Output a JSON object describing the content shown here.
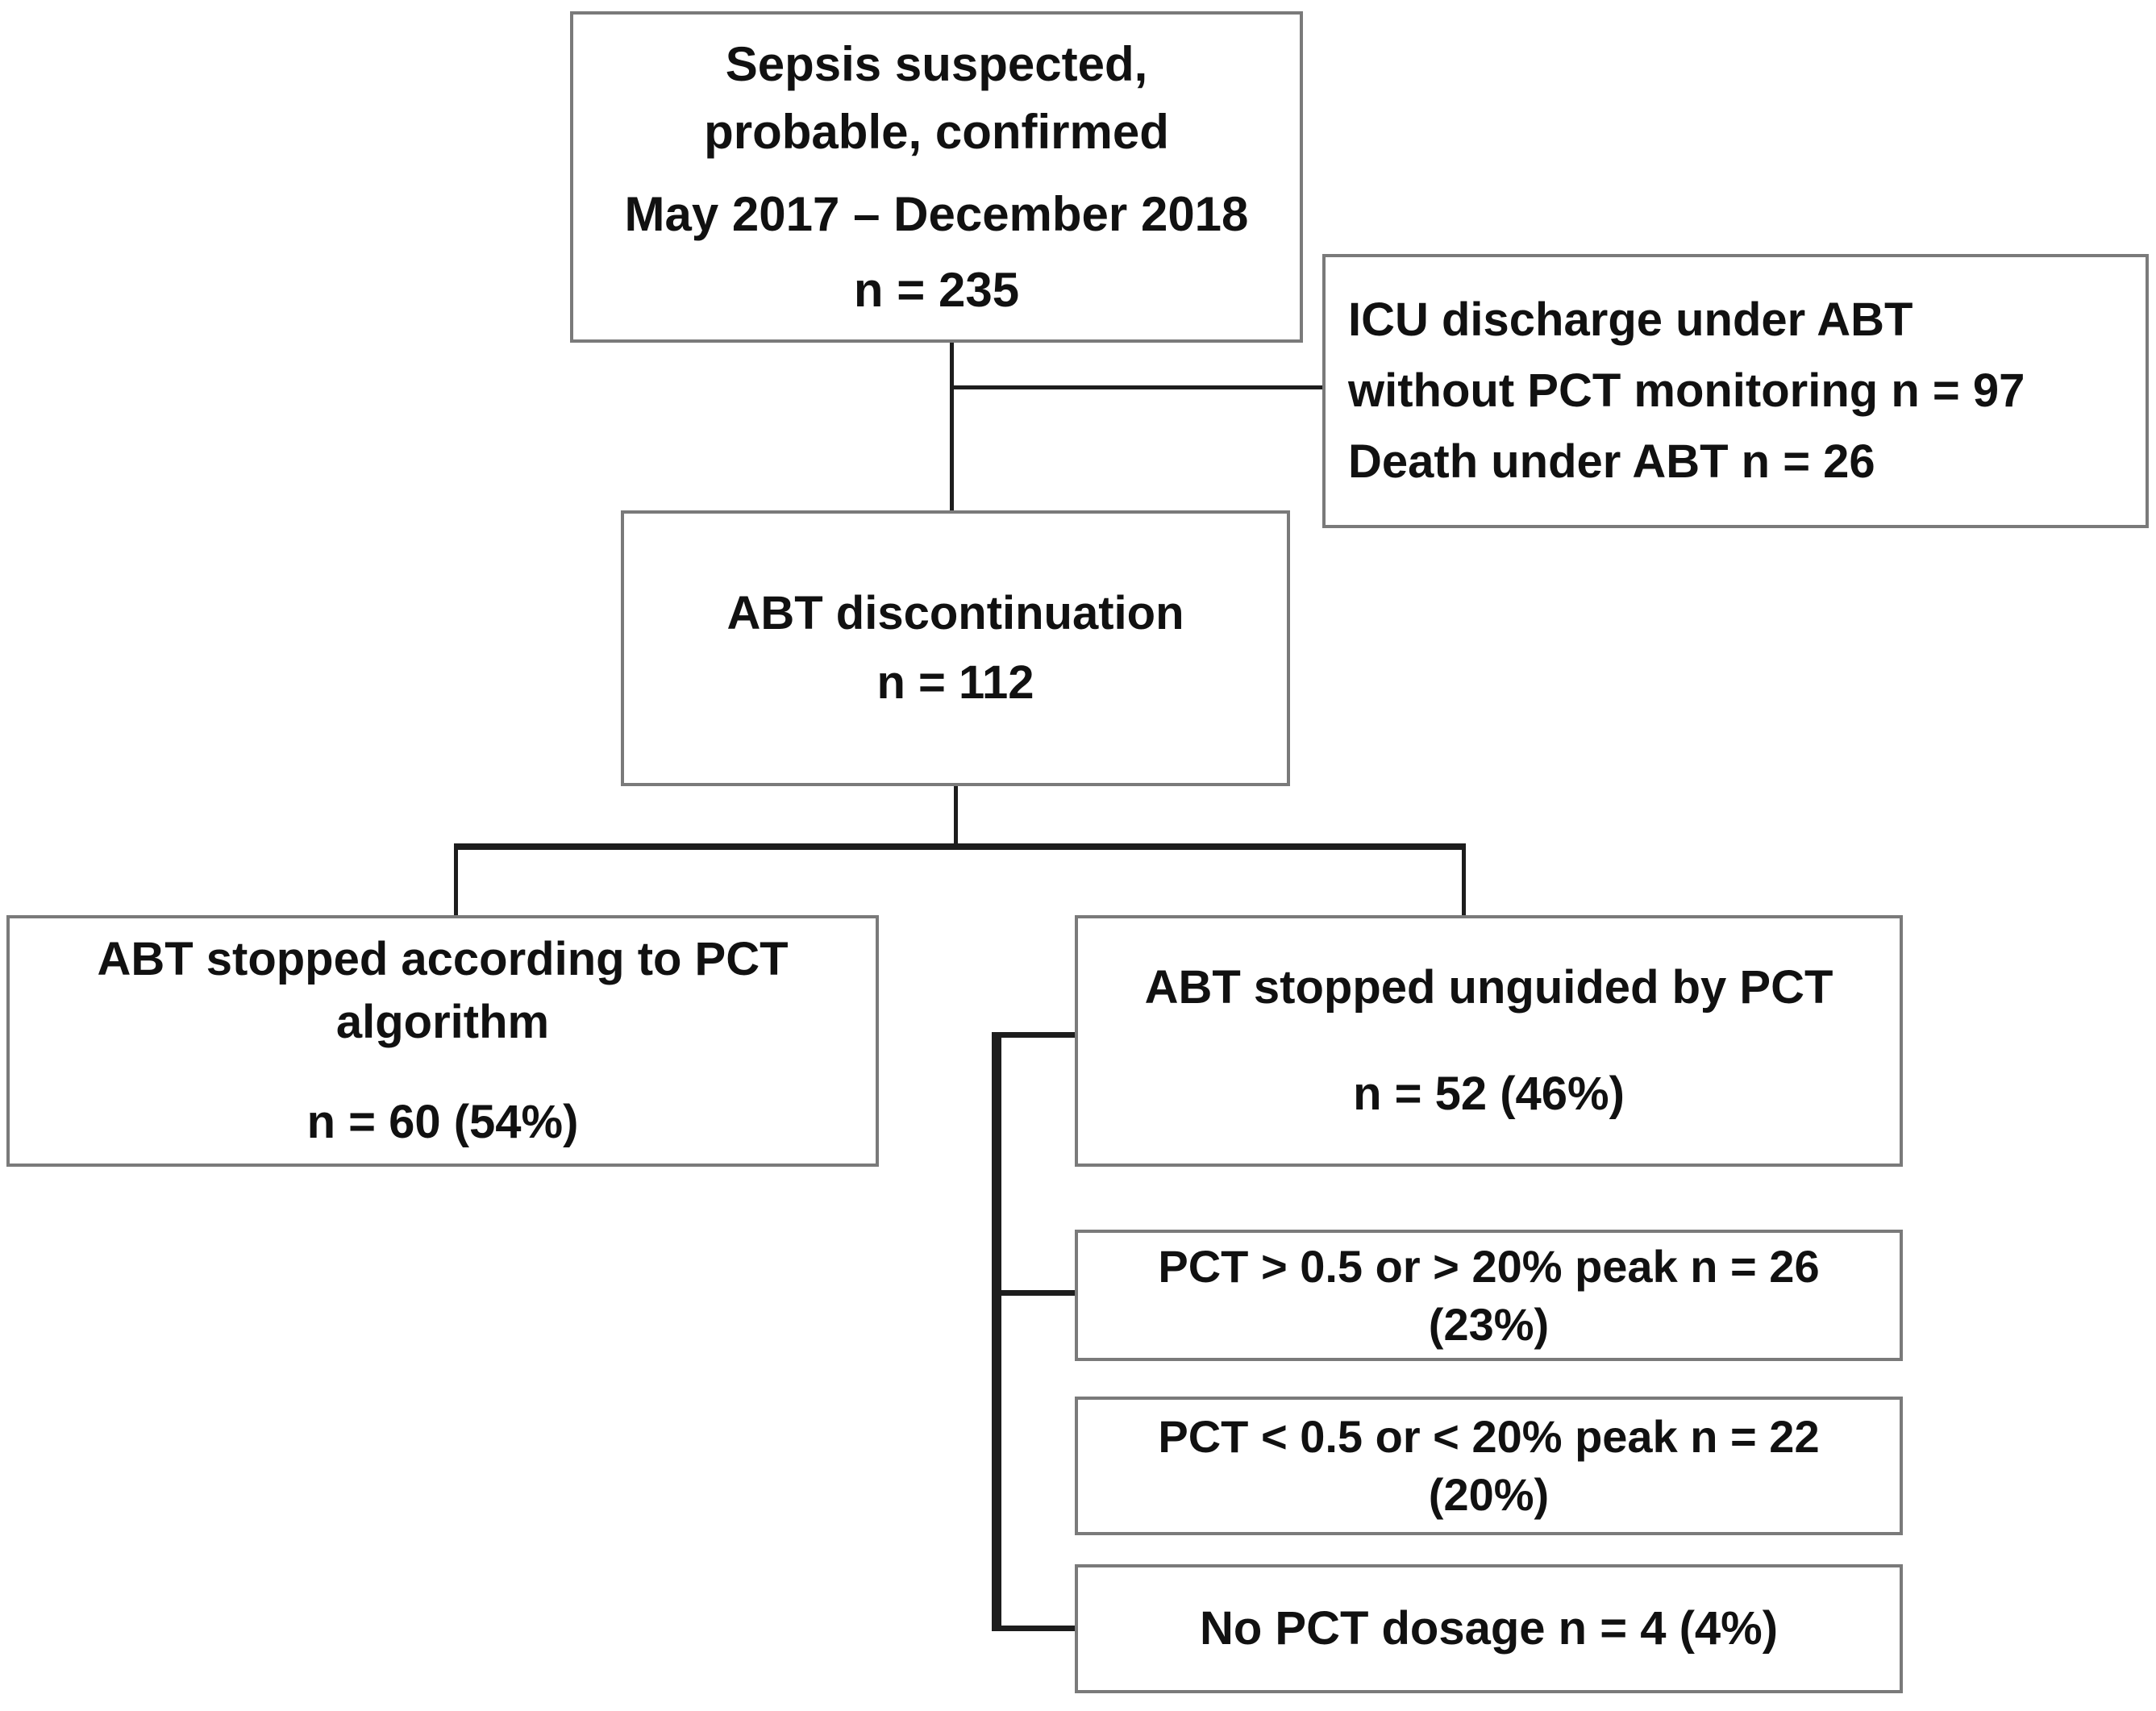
{
  "colors": {
    "background": "#ffffff",
    "box_border": "#7a7a7a",
    "line": "#1d1d1d",
    "text": "#111111"
  },
  "boxes": {
    "enrollment": {
      "lines": [
        "Sepsis suspected,",
        "probable, confirmed",
        "May 2017 – December 2018",
        "n = 235"
      ]
    },
    "exclusion": {
      "lines": [
        "ICU discharge under ABT",
        "without PCT monitoring n = 97",
        "Death under ABT n = 26"
      ]
    },
    "discontinuation": {
      "lines": [
        "ABT discontinuation",
        "n = 112"
      ]
    },
    "pct_algorithm": {
      "lines": [
        "ABT stopped according to PCT",
        "algorithm",
        "n = 60 (54%)"
      ]
    },
    "pct_unguided": {
      "lines": [
        "ABT stopped unguided by PCT",
        "n = 52 (46%)"
      ]
    },
    "pct_above": {
      "lines": [
        "PCT > 0.5 or > 20% peak n = 26",
        "(23%)"
      ]
    },
    "pct_below": {
      "lines": [
        "PCT < 0.5 or < 20% peak n = 22",
        "(20%)"
      ]
    },
    "no_pct": {
      "lines": [
        "No PCT dosage n = 4 (4%)"
      ]
    }
  },
  "edges": [
    {
      "from": "enrollment",
      "to": "discontinuation",
      "type": "flow"
    },
    {
      "from": "enrollment",
      "to": "exclusion",
      "type": "exclusion-branch"
    },
    {
      "from": "discontinuation",
      "to": "pct_algorithm",
      "type": "split"
    },
    {
      "from": "discontinuation",
      "to": "pct_unguided",
      "type": "split"
    },
    {
      "from": "pct_unguided",
      "to": "pct_above",
      "type": "bracket"
    },
    {
      "from": "pct_unguided",
      "to": "pct_below",
      "type": "bracket"
    },
    {
      "from": "pct_unguided",
      "to": "no_pct",
      "type": "bracket"
    }
  ]
}
